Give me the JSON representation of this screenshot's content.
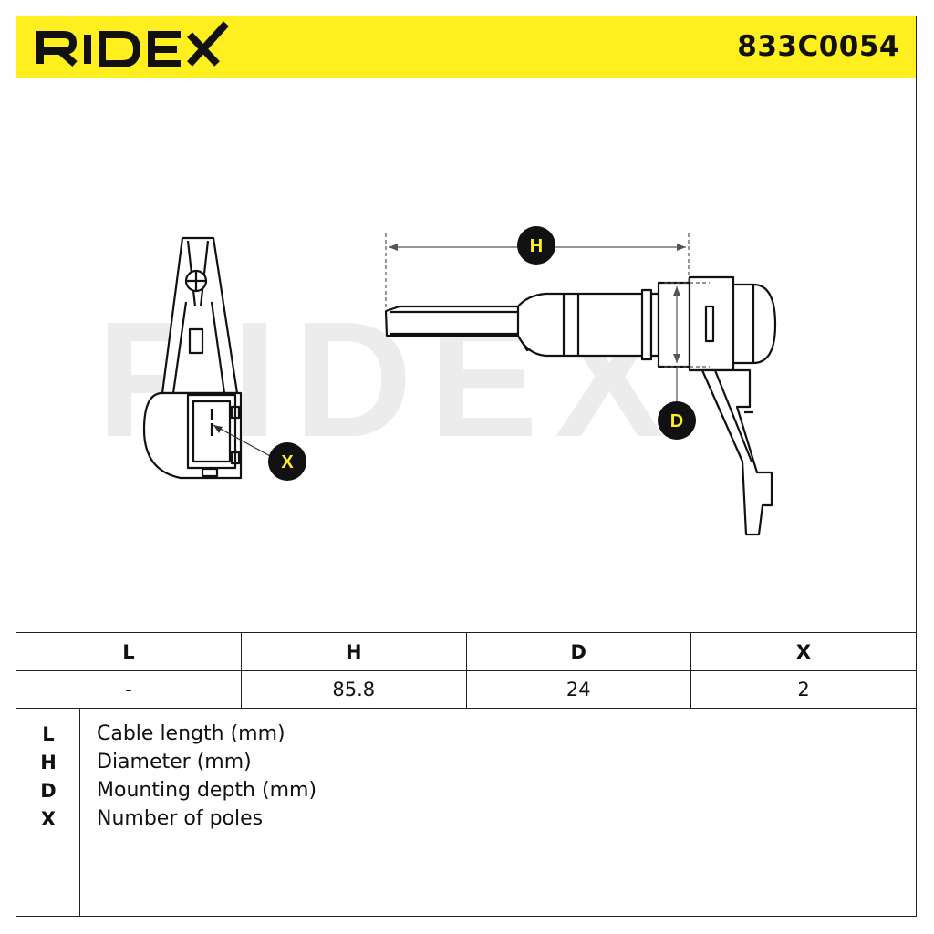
{
  "header": {
    "brand": "RIDEX",
    "part_number": "833C0054",
    "brand_color": "#ffef1f"
  },
  "drawing": {
    "watermark": "RIDEX",
    "callouts": {
      "h": "H",
      "d": "D",
      "x": "X"
    }
  },
  "table": {
    "columns": [
      "L",
      "H",
      "D",
      "X"
    ],
    "values": [
      "-",
      "85.8",
      "24",
      "2"
    ]
  },
  "legend": [
    {
      "key": "L",
      "text": "Cable length (mm)"
    },
    {
      "key": "H",
      "text": "Diameter (mm)"
    },
    {
      "key": "D",
      "text": "Mounting depth (mm)"
    },
    {
      "key": "X",
      "text": "Number of poles"
    }
  ]
}
